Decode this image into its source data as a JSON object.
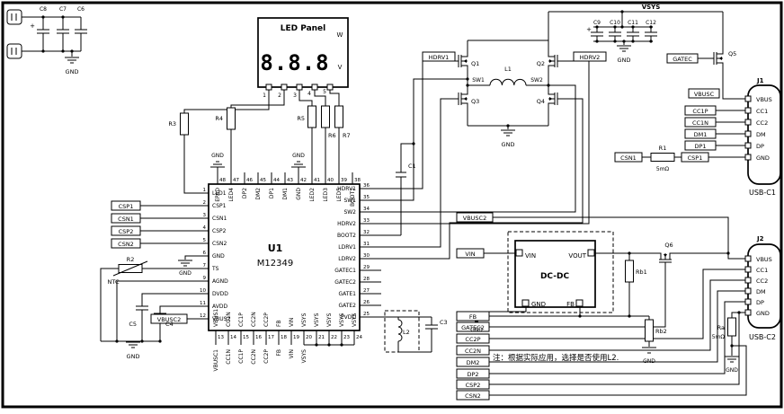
{
  "nets": {
    "gnd": "GND",
    "vsys": "VSYS",
    "plus": "+",
    "hdrv1": "HDRV1",
    "hdrv2": "HDRV2",
    "sw1": "SW1",
    "sw2": "SW2",
    "gatec": "GATEC",
    "vbusc": "VBUSC",
    "vbusc2": "VBUSC2",
    "vin": "VIN",
    "fb": "FB",
    "gatec2": "GATEC2",
    "cc1p": "CC1P",
    "cc1n": "CC1N",
    "dm1": "DM1",
    "dp1": "DP1",
    "cc2p": "CC2P",
    "cc2n": "CC2N",
    "dm2": "DM2",
    "dp2": "DP2",
    "csp1": "CSP1",
    "csn1": "CSN1",
    "csp2": "CSP2",
    "csn2": "CSN2"
  },
  "components": {
    "c1": "C1",
    "c3": "C3",
    "c4": "C4",
    "c5": "C5",
    "c6": "C6",
    "c7": "C7",
    "c8": "C8",
    "c9": "C9",
    "c10": "C10",
    "c11": "C11",
    "c12": "C12",
    "r1": "R1",
    "r1_value": "5mΩ",
    "r2": "R2",
    "ntc": "NTC",
    "r3": "R3",
    "r4": "R4",
    "r5": "R5",
    "r6": "R6",
    "r7": "R7",
    "ra": "Ra",
    "ra_value": "5mΩ",
    "rb1": "Rb1",
    "rb2": "Rb2",
    "l1": "L1",
    "l2": "L2",
    "q1": "Q1",
    "q2": "Q2",
    "q3": "Q3",
    "q4": "Q4",
    "q5": "Q5",
    "q6": "Q6"
  },
  "led_panel": {
    "title": "LED Panel",
    "display": "8.8.8",
    "unit_w": "W",
    "unit_v": "V",
    "pins": [
      "1",
      "2",
      "3",
      "4",
      "5"
    ]
  },
  "u1": {
    "ref": "U1",
    "part": "M12349",
    "left_pins": [
      {
        "num": "1",
        "name": "LED1"
      },
      {
        "num": "2",
        "name": "CSP1"
      },
      {
        "num": "3",
        "name": "CSN1"
      },
      {
        "num": "4",
        "name": "CSP2"
      },
      {
        "num": "5",
        "name": "CSN2"
      },
      {
        "num": "6",
        "name": "GND"
      },
      {
        "num": "7",
        "name": "TS"
      },
      {
        "num": "9",
        "name": "AGND"
      },
      {
        "num": "10",
        "name": "DVDD"
      },
      {
        "num": "11",
        "name": "AVDD"
      },
      {
        "num": "12",
        "name": "VBUS2"
      }
    ],
    "right_pins": [
      {
        "num": "36",
        "name": "HDRV1"
      },
      {
        "num": "35",
        "name": "SW1"
      },
      {
        "num": "34",
        "name": "SW2"
      },
      {
        "num": "33",
        "name": "HDRV2"
      },
      {
        "num": "32",
        "name": "BOOT2"
      },
      {
        "num": "31",
        "name": "LDRV1"
      },
      {
        "num": "30",
        "name": "LDRV2"
      },
      {
        "num": "29",
        "name": "GATEC1"
      },
      {
        "num": "28",
        "name": "GATEC2"
      },
      {
        "num": "27",
        "name": "GATE1"
      },
      {
        "num": "26",
        "name": "GATE2"
      },
      {
        "num": "25",
        "name": "PVDD"
      }
    ],
    "top_pins": [
      {
        "num": "48",
        "name": "EPAD"
      },
      {
        "num": "47",
        "name": "LED4"
      },
      {
        "num": "46",
        "name": "DP2"
      },
      {
        "num": "45",
        "name": "DM2"
      },
      {
        "num": "44",
        "name": "DP1"
      },
      {
        "num": "43",
        "name": "DM1"
      },
      {
        "num": "42",
        "name": "GND"
      },
      {
        "num": "41",
        "name": "LED2"
      },
      {
        "num": "40",
        "name": "LED3"
      },
      {
        "num": "39",
        "name": "LED5"
      },
      {
        "num": "38",
        "name": "BOOT1"
      }
    ],
    "bottom_pins": [
      {
        "num": "13",
        "name": "VBUS1"
      },
      {
        "num": "14",
        "name": "CC1N"
      },
      {
        "num": "15",
        "name": "CC1P"
      },
      {
        "num": "16",
        "name": "CC2N"
      },
      {
        "num": "17",
        "name": "CC2P"
      },
      {
        "num": "18",
        "name": "FB"
      },
      {
        "num": "19",
        "name": "VIN"
      },
      {
        "num": "20",
        "name": "VSYS"
      },
      {
        "num": "21",
        "name": "VSYS"
      },
      {
        "num": "22",
        "name": "VSYS"
      },
      {
        "num": "23",
        "name": "VSYS"
      },
      {
        "num": "24",
        "name": "VSYS"
      }
    ],
    "bottom_labels": [
      "VBUSC1",
      "CC1N",
      "CC1P",
      "CC2N",
      "CC2P",
      "FB",
      "VIN",
      "VSYS"
    ]
  },
  "j1": {
    "ref": "J1",
    "label": "USB-C1",
    "pins": [
      "VBUS",
      "CC1",
      "CC2",
      "DM",
      "DP",
      "GND"
    ]
  },
  "j2": {
    "ref": "J2",
    "label": "USB-C2",
    "pins": [
      "VBUS",
      "CC1",
      "CC2",
      "DM",
      "DP",
      "GND"
    ]
  },
  "dcdc": {
    "label": "DC-DC",
    "vin": "VIN",
    "vout": "VOUT",
    "gnd": "GND",
    "fb": "FB"
  },
  "note": "注：根据实际应用，选择是否使用L2."
}
